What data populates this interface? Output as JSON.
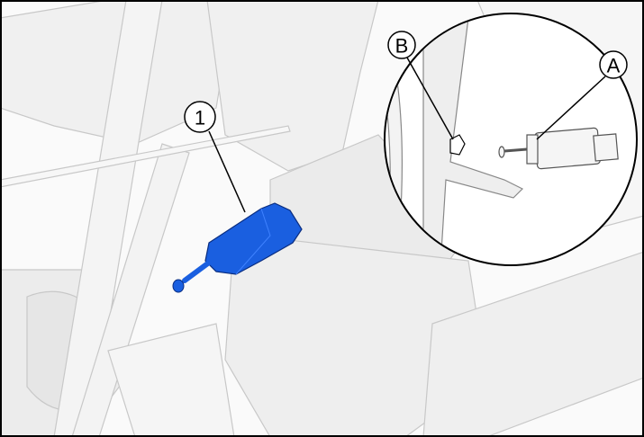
{
  "callouts": {
    "part_number": "1",
    "label_a": "A",
    "label_b": "B"
  },
  "colors": {
    "highlight": "#1a5fe0",
    "line": "#000000",
    "background_part": "#f2f2f2"
  }
}
